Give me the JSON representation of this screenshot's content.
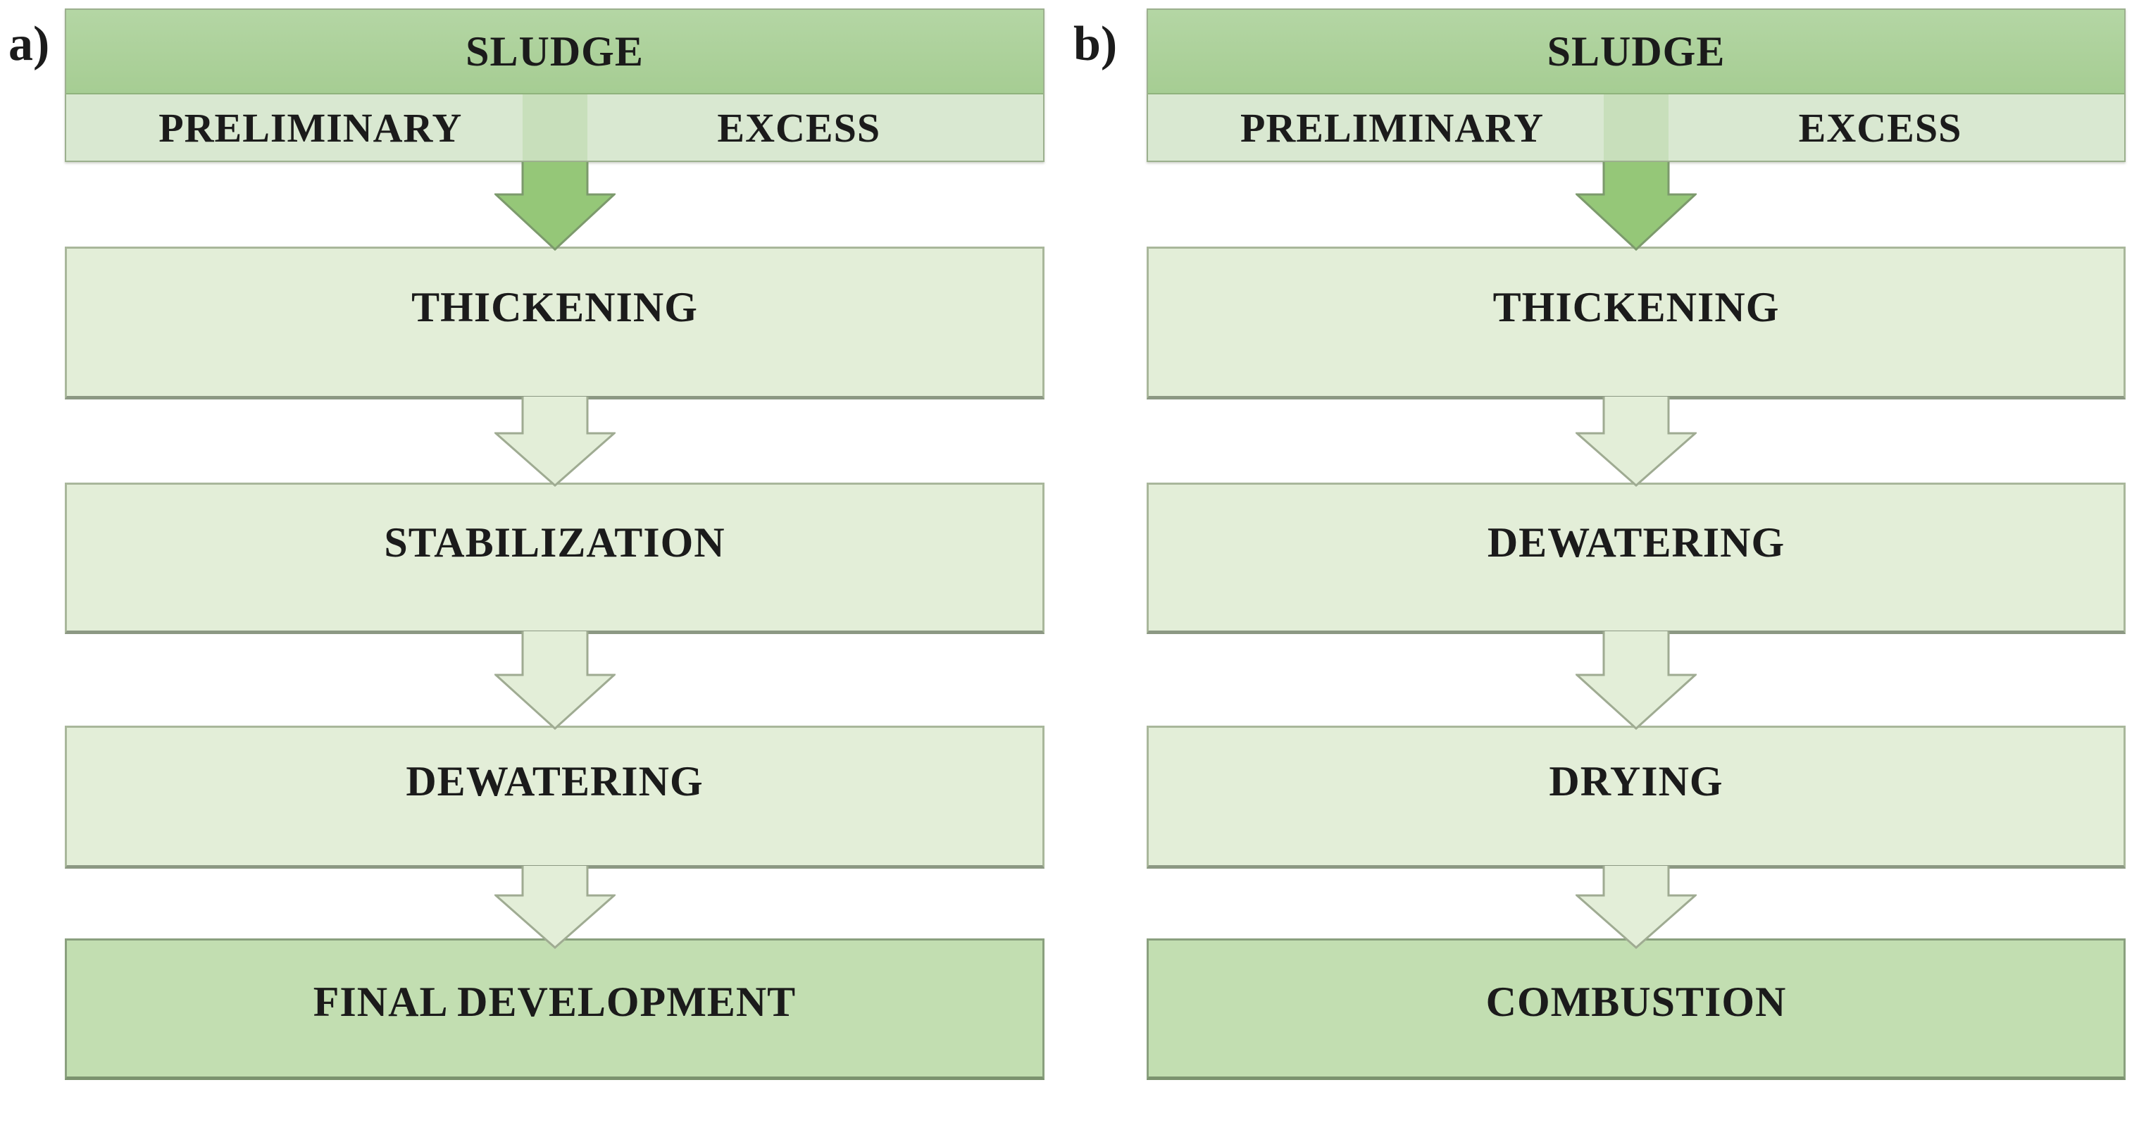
{
  "figure": {
    "panels": [
      {
        "label": "a)",
        "header": {
          "title": "SLUDGE",
          "sub_items": [
            "PRELIMINARY",
            "EXCESS"
          ]
        },
        "steps": [
          "THICKENING",
          "STABILIZATION",
          "DEWATERING"
        ],
        "final_step": "FINAL DEVELOPMENT"
      },
      {
        "label": "b)",
        "header": {
          "title": "SLUDGE",
          "sub_items": [
            "PRELIMINARY",
            "EXCESS"
          ]
        },
        "steps": [
          "THICKENING",
          "DEWATERING",
          "DRYING"
        ],
        "final_step": "COMBUSTION"
      }
    ]
  },
  "colors": {
    "background": "#ffffff",
    "text": "#1b1b1b",
    "sludge_band_top": "#b4d6a4",
    "sludge_band_bottom": "#a6cd93",
    "sludge_band_edge": "#8fb37c",
    "sub_band": "#d9e8d1",
    "stem_strip": "#c8dfbb",
    "header_border": "#9cb08e",
    "dark_arrow_fill": "#95c778",
    "dark_arrow_stroke": "#7c9a6c",
    "pale_arrow_fill": "#e3eed8",
    "pale_arrow_stroke": "#9fab92",
    "box_fill": "#e3eed8",
    "box_border": "#a9b79b",
    "box_shadow": "#8c9883",
    "final_fill": "#c2deb1",
    "final_border": "#8aa07e",
    "final_shadow": "#7c936f"
  }
}
